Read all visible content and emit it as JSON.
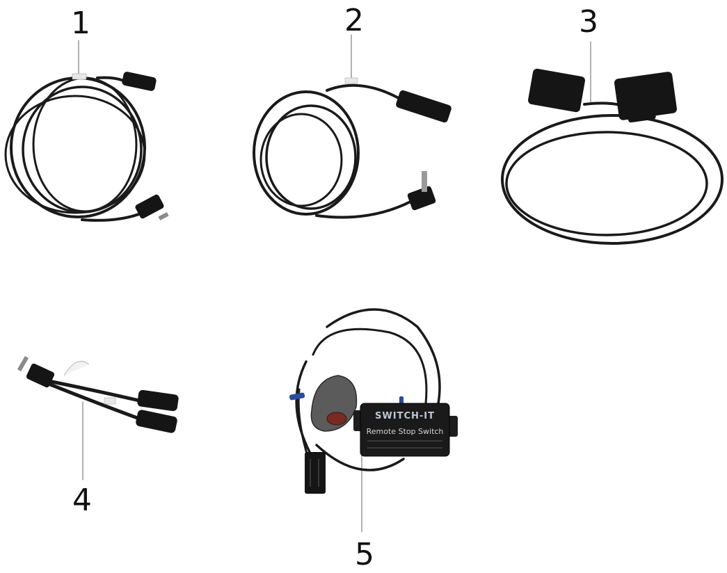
{
  "labels": {
    "item1": "1",
    "item2": "2",
    "item3": "3",
    "item4": "4",
    "item5": "5"
  },
  "remote_switch": {
    "brand": "SWITCH-IT",
    "title": "Remote Stop Switch"
  },
  "colors": {
    "cable": "#1a1a1a",
    "connector": "#151515",
    "leader_line": "#666666",
    "fob_red": "#7a2a22",
    "switch_text": "#bfc7d6"
  }
}
